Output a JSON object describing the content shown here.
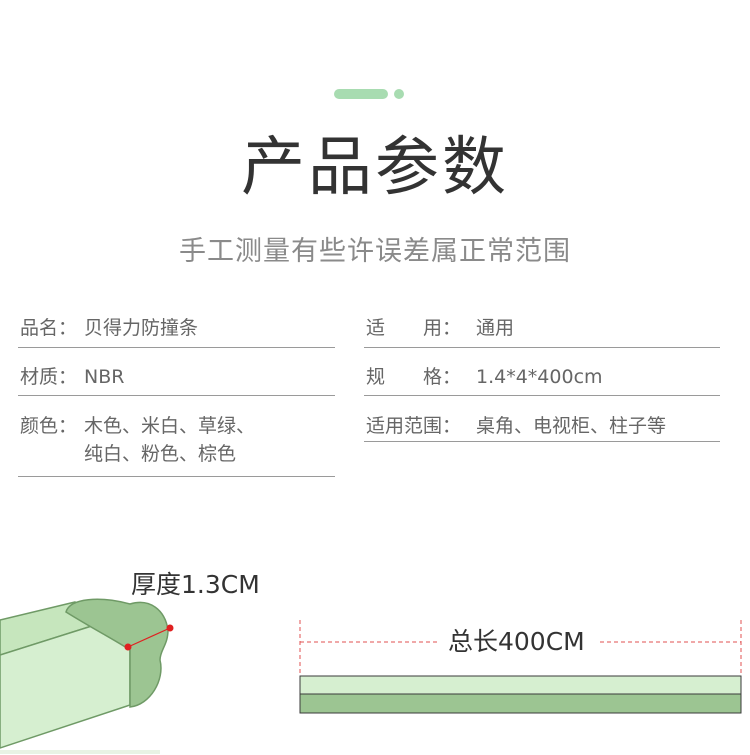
{
  "header": {
    "title": "产品参数",
    "subtitle": "手工测量有些许误差属正常范围"
  },
  "specs": {
    "name": {
      "label": "品名：",
      "value": "贝得力防撞条"
    },
    "usage": {
      "label": "适　　用：",
      "value": "通用"
    },
    "material": {
      "label": "材质：",
      "value": "NBR"
    },
    "size": {
      "label": "规　　格：",
      "value": "1.4*4*400cm"
    },
    "color": {
      "label": "颜色：",
      "value_line1": "木色、米白、草绿、",
      "value_line2": "纯白、粉色、棕色"
    },
    "scope": {
      "label": "适用范围：",
      "value": "桌角、电视柜、柱子等"
    }
  },
  "dimensions": {
    "thickness": "厚度1.3CM",
    "length": "总长400CM"
  },
  "colors": {
    "accent_green": "#a8dcb1",
    "strip_light": "#d6efd0",
    "strip_dark": "#9cc592",
    "marker_red": "#e02020"
  }
}
